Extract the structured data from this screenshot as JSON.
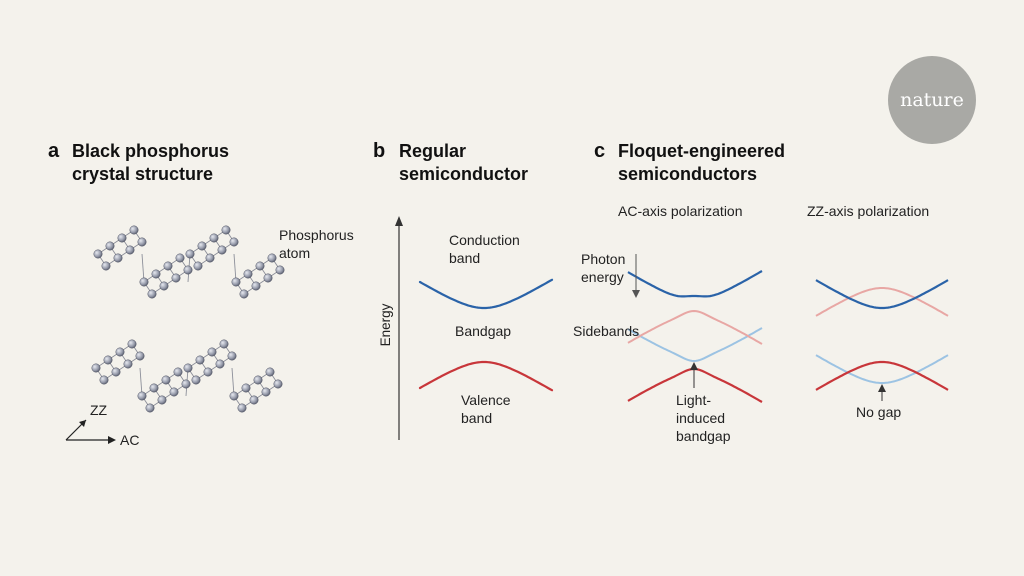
{
  "logo": {
    "text": "nature"
  },
  "panels": {
    "a": {
      "letter": "a",
      "title_line1": "Black phosphorus",
      "title_line2": "crystal structure",
      "atom_label_line1": "Phosphorus",
      "atom_label_line2": "atom",
      "axis_zz": "ZZ",
      "axis_ac": "AC"
    },
    "b": {
      "letter": "b",
      "title_line1": "Regular",
      "title_line2": "semiconductor",
      "conduction_line1": "Conduction",
      "conduction_line2": "band",
      "bandgap": "Bandgap",
      "valence_line1": "Valence",
      "valence_line2": "band",
      "energy_axis": "Energy"
    },
    "c": {
      "letter": "c",
      "title_line1": "Floquet-engineered",
      "title_line2": "semiconductors",
      "sub_ac": "AC-axis polarization",
      "sub_zz": "ZZ-axis polarization",
      "photon_line1": "Photon",
      "photon_line2": "energy",
      "sidebands": "Sidebands",
      "light_line1": "Light-",
      "light_line2": "induced",
      "light_line3": "bandgap",
      "no_gap": "No gap"
    }
  },
  "colors": {
    "conduction": "#2a63a8",
    "valence": "#c8363a",
    "sideband_blue": "#9cc3e3",
    "sideband_red": "#e8a7a4",
    "atom": "#8e93a3",
    "logo_bg": "#a9a9a5"
  }
}
